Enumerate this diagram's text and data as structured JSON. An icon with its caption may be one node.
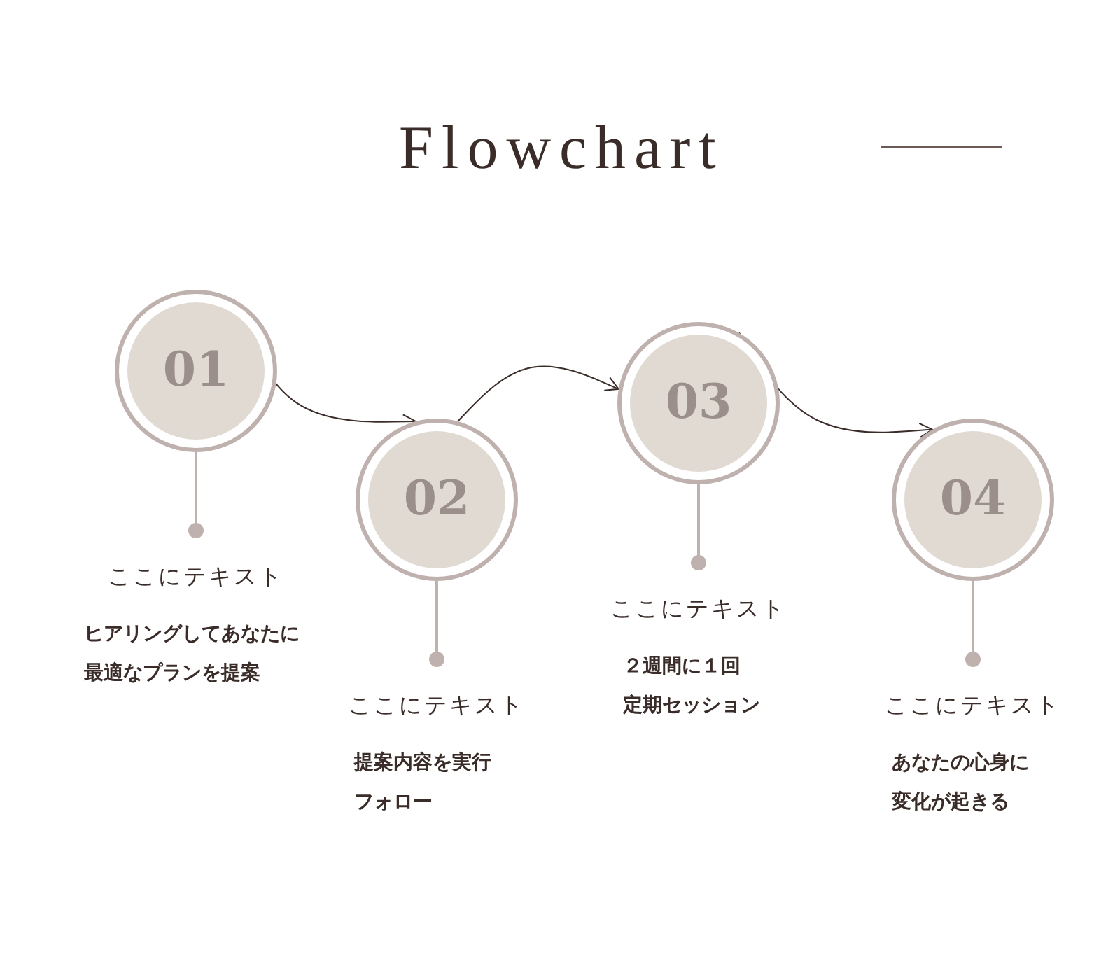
{
  "diagram": {
    "title": "Flowchart",
    "nodes": [
      {
        "text": [
          "01"
        ],
        "beside": [
          "ここにテキスト",
          "ヒアリングしてあなたに",
          "最適なプランを提案"
        ]
      },
      {
        "text": [
          "02"
        ],
        "beside": [
          "ここにテキスト",
          "提案内容を実行",
          "フォロー"
        ]
      },
      {
        "text": [
          "03"
        ],
        "beside": [
          "ここにテキスト",
          "２週間に１回",
          "定期セッション"
        ]
      },
      {
        "text": [
          "04"
        ],
        "beside": [
          "ここにテキスト",
          "あなたの心身に",
          "変化が起きる"
        ]
      }
    ],
    "edges": [
      {
        "from": 0,
        "to": 1,
        "arrow": "to"
      },
      {
        "from": 1,
        "to": 2,
        "arrow": "to"
      },
      {
        "from": 2,
        "to": 3,
        "arrow": "to"
      }
    ]
  }
}
